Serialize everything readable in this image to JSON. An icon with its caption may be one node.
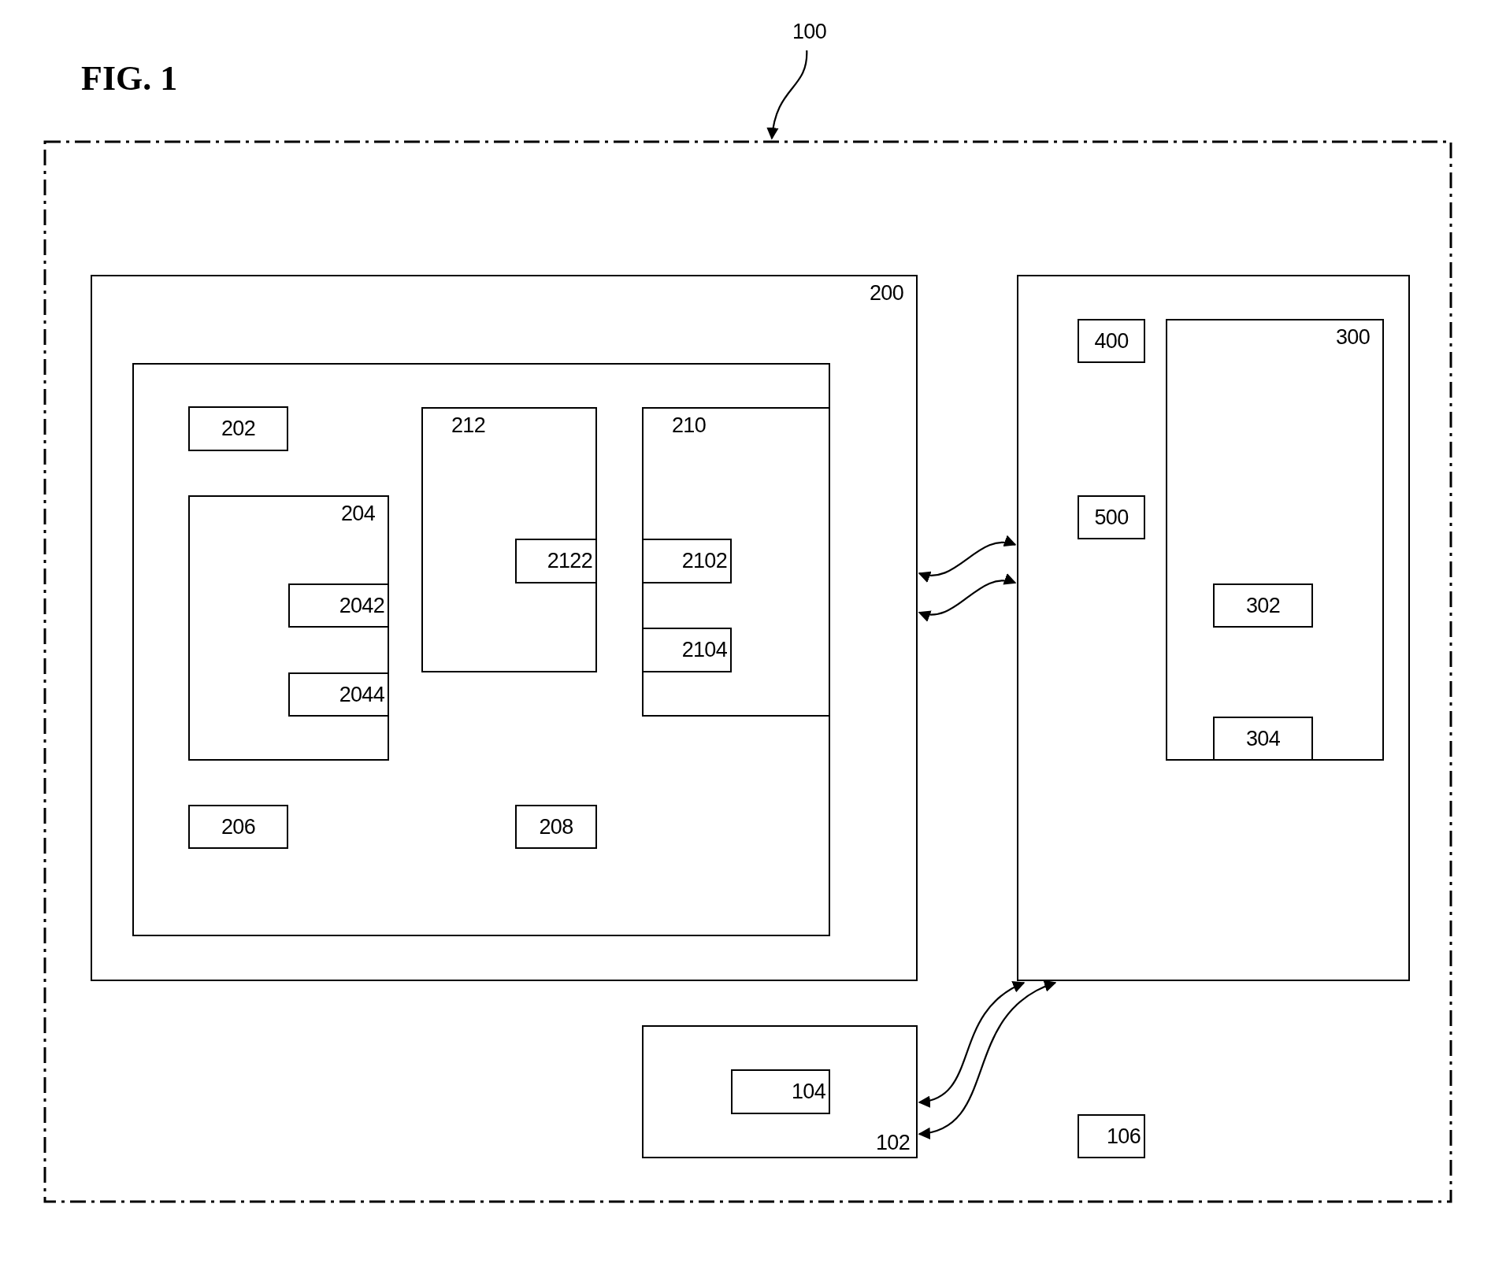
{
  "diagram": {
    "title": "FIG. 1",
    "nodes": [
      {
        "text": [
          "100"
        ]
      },
      {
        "text": [],
        "shape": "box"
      },
      {
        "text": [
          "200"
        ],
        "in": 1
      },
      {
        "text": [],
        "shape": "box",
        "in": 2
      },
      {
        "text": [
          "202"
        ],
        "in": 3
      },
      {
        "text": [
          "212"
        ],
        "in": 3
      },
      {
        "text": [
          "2122"
        ],
        "in": 5
      },
      {
        "text": [
          "210"
        ],
        "in": 3
      },
      {
        "text": [
          "2102"
        ],
        "in": 7
      },
      {
        "text": [
          "2104"
        ],
        "in": 7
      },
      {
        "text": [
          "204"
        ],
        "in": 3
      },
      {
        "text": [
          "2042"
        ],
        "in": 10
      },
      {
        "text": [
          "2044"
        ],
        "in": 10
      },
      {
        "text": [
          "206"
        ],
        "in": 3
      },
      {
        "text": [
          "208"
        ],
        "in": 3
      },
      {
        "text": [],
        "shape": "box",
        "in": 1
      },
      {
        "text": [
          "400"
        ],
        "in": 15
      },
      {
        "text": [
          "300"
        ],
        "in": 15
      },
      {
        "text": [
          "500"
        ],
        "in": 15
      },
      {
        "text": [
          "302"
        ],
        "in": 17
      },
      {
        "text": [
          "304"
        ],
        "in": 17
      },
      {
        "text": [
          "102"
        ],
        "in": 1
      },
      {
        "text": [
          "104"
        ],
        "in": 21
      },
      {
        "text": [
          "106"
        ],
        "in": 1
      }
    ],
    "edges": [
      {
        "from": 0,
        "to": 1,
        "arrow": "to"
      },
      {
        "from": 2,
        "to": 15,
        "arrow": "both"
      },
      {
        "from": 2,
        "to": 15,
        "arrow": "both"
      },
      {
        "from": 21,
        "to": 15,
        "arrow": "both"
      },
      {
        "from": 21,
        "to": 15,
        "arrow": "both"
      }
    ]
  }
}
